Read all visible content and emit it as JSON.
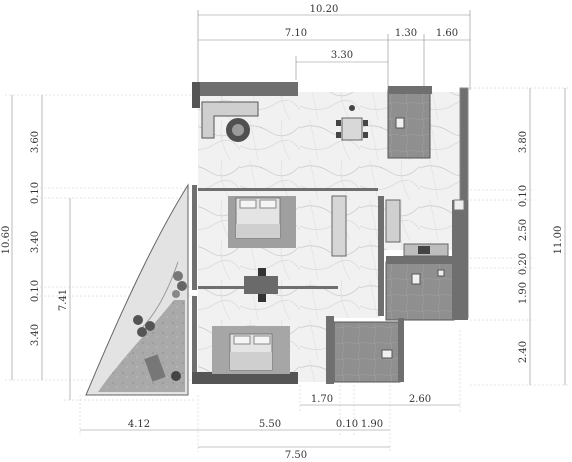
{
  "dimensions": {
    "top": [
      "10.20",
      "7.10",
      "3.30",
      "1.30",
      "1.60"
    ],
    "bottom": [
      "4.12",
      "5.50",
      "0.10",
      "1.90",
      "7.50",
      "1.70",
      "2.60"
    ],
    "left": [
      "10.60",
      "3.60",
      "0.10",
      "3.40",
      "0.10",
      "3.40",
      "7.41"
    ],
    "right": [
      "11.00",
      "3.80",
      "0.10",
      "2.50",
      "0.20",
      "1.90",
      "2.40"
    ]
  }
}
